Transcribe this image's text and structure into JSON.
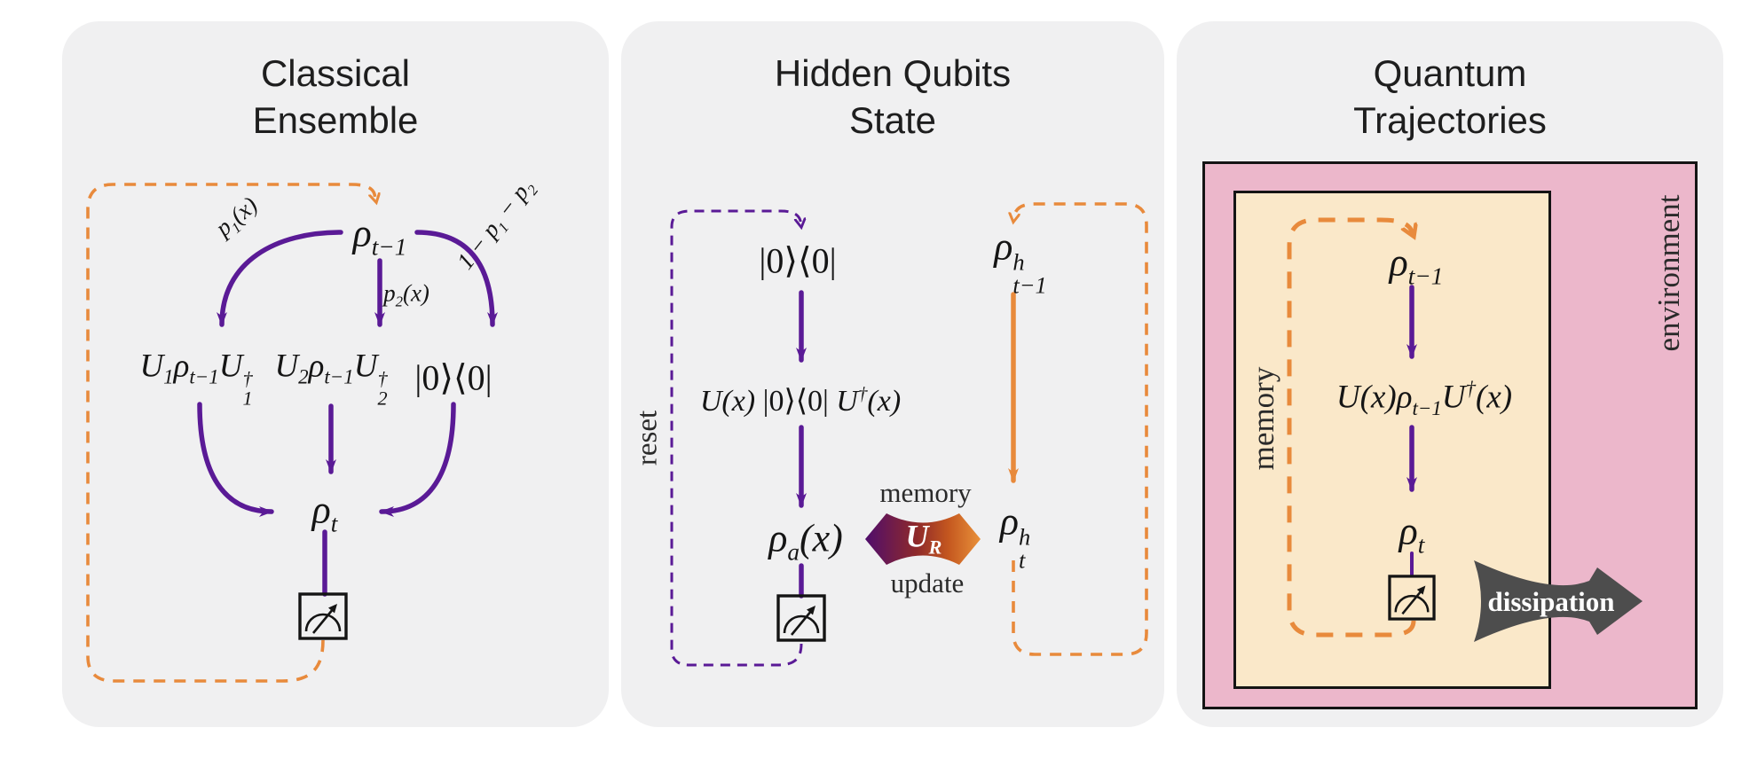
{
  "figure": {
    "type": "three-panel quantum dynamics diagram",
    "colors": {
      "panel_background": "#f0f0f1",
      "purple_arrow": "#5a1a96",
      "orange_arrow": "#e88a3c",
      "pink_environment_box": "#ecb7cb",
      "cream_memory_box": "#fae8c9",
      "dissipation_gray": "#4d4d4d",
      "ur_gradient": [
        "#4f0d6c",
        "#8f2a2a",
        "#e9913a"
      ],
      "text": "#1e1e1e"
    }
  },
  "p1": {
    "title1": "Classical",
    "title2": "Ensemble",
    "rho_prev": {
      "base": "ρ",
      "sub": "t−1"
    },
    "p1_label": {
      "base": "p",
      "sub": "1",
      "rest": "(x)"
    },
    "p2_label": {
      "base": "p",
      "sub": "2",
      "rest": "(x)"
    },
    "pbar_label": {
      "a": "1 − p",
      "a_sub": "1",
      "b": " − p",
      "b_sub": "2"
    },
    "u1": {
      "a": "U",
      "a_sub": "1",
      "b": "ρ",
      "b_sub": "t−1",
      "c": "U",
      "c_sup": "†",
      "c_sub": "1"
    },
    "u2": {
      "a": "U",
      "a_sub": "2",
      "b": "ρ",
      "b_sub": "t−1",
      "c": "U",
      "c_sup": "†",
      "c_sub": "2"
    },
    "ket": "|0⟩⟨0|",
    "rho_t": {
      "base": "ρ",
      "sub": "t"
    }
  },
  "p2": {
    "title1": "Hidden Qubits",
    "title2": "State",
    "ket": "|0⟩⟨0|",
    "rho_h_prev": {
      "base": "ρ",
      "sup": "h",
      "sub": "t−1"
    },
    "u_ket": {
      "a": "U(x)",
      "b": " |0⟩⟨0| ",
      "c": "U",
      "c_sup": "†",
      "d": "(x)"
    },
    "rho_a": {
      "base": "ρ",
      "sub": "a",
      "rest": "(x)"
    },
    "reset_label": "reset",
    "memory_label": "memory",
    "update_label": "update",
    "ur": {
      "base": "U",
      "sub": "R"
    },
    "rho_h_t": {
      "base": "ρ",
      "sup": "h",
      "sub": "t"
    }
  },
  "p3": {
    "title1": "Quantum",
    "title2": "Trajectories",
    "environment_label": "environment",
    "memory_label": "memory",
    "rho_prev": {
      "base": "ρ",
      "sub": "t−1"
    },
    "u_expr": {
      "a": "U(x)ρ",
      "a_sub": "t−1",
      "b": "U",
      "b_sup": "†",
      "c": "(x)"
    },
    "rho_t": {
      "base": "ρ",
      "sub": "t"
    },
    "dissipation_label": "dissipation"
  }
}
